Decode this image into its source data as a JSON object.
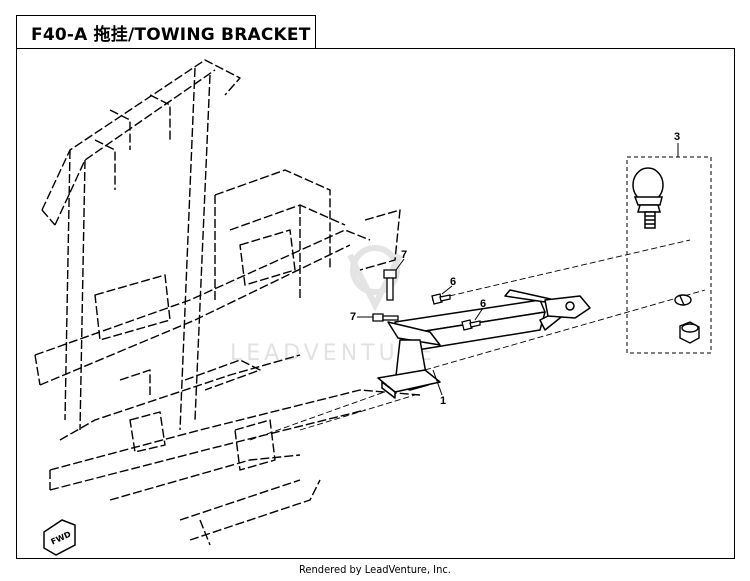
{
  "title": "F40-A 拖挂/TOWING BRACKET",
  "callouts": {
    "part_1": "1",
    "part_3": "3",
    "part_6_upper": "6",
    "part_6_lower": "6",
    "part_7_upper": "7",
    "part_7_lower": "7"
  },
  "watermark": "LEADVENTURE",
  "fwd_badge": "FWD",
  "footer": "Rendered by LeadVenture, Inc."
}
